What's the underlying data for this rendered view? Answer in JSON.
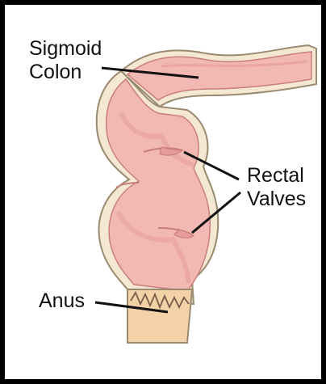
{
  "labels": {
    "sigmoid": {
      "line1": "Sigmoid",
      "line2": "Colon"
    },
    "rectal": {
      "line1": "Rectal",
      "line2": "Valves"
    },
    "anus": {
      "text": "Anus"
    }
  },
  "colors": {
    "frame": "#000000",
    "colon_fill": "#f2b8b4",
    "colon_shade": "#e69c9a",
    "colon_outline": "#c97f7c",
    "outer_wall": "#f4e8d2",
    "anus_skin": "#f3d2a8",
    "leader_line": "#111111"
  }
}
